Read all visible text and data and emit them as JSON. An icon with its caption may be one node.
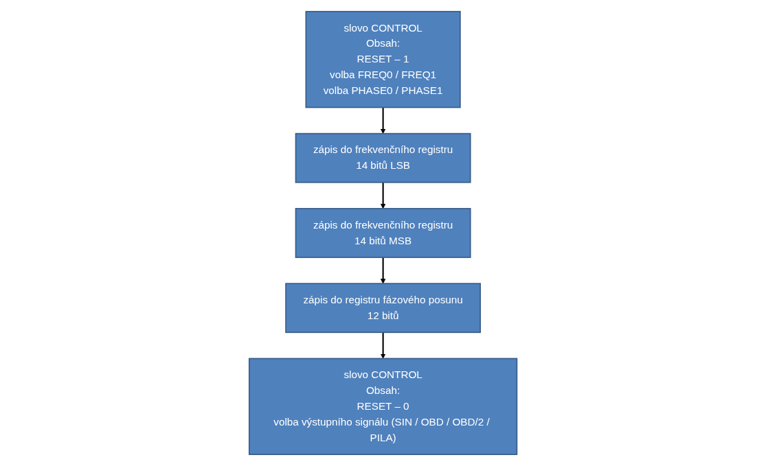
{
  "diagram": {
    "nodes": [
      {
        "text": [
          "slovo CONTROL",
          "Obsah:",
          "RESET – 1",
          "volba FREQ0 / FREQ1",
          "volba PHASE0 / PHASE1"
        ]
      },
      {
        "text": [
          "zápis do frekvenčního registru",
          "14 bitů LSB"
        ]
      },
      {
        "text": [
          "zápis do frekvenčního registru",
          "14 bitů MSB"
        ]
      },
      {
        "text": [
          "zápis do registru fázového posunu",
          "12 bitů"
        ]
      },
      {
        "text": [
          "slovo CONTROL",
          "Obsah:",
          "RESET – 0",
          "volba výstupního signálu (SIN / OBD / OBD/2 / PILA)"
        ]
      }
    ],
    "edges": [
      {
        "from": 0,
        "to": 1,
        "arrow": "to"
      },
      {
        "from": 1,
        "to": 2,
        "arrow": "to"
      },
      {
        "from": 2,
        "to": 3,
        "arrow": "to"
      },
      {
        "from": 3,
        "to": 4,
        "arrow": "to"
      }
    ]
  }
}
